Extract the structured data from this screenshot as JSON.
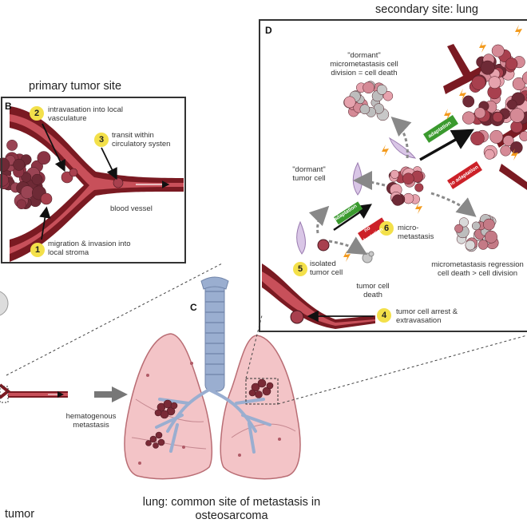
{
  "colors": {
    "vessel_dark": "#7a1a22",
    "vessel_light": "#c8505a",
    "tumor_dark": "#6e2a36",
    "tumor_pink": "#d58a96",
    "number_badge": "#f3e04a",
    "adaptation_green": "#3a9a2e",
    "no_adaptation_red": "#cc2128",
    "lung_pink": "#f3c4c7",
    "trachea_blue": "#9aaed0",
    "dead_cell_grey": "#c8c8c8"
  },
  "titles": {
    "secondary_site": "secondary site: lung",
    "primary_site": "primary tumor site",
    "lung_caption": "lung: common site of metastasis in osteosarcoma",
    "tumor_partial": "tumor"
  },
  "panels": {
    "b": "B",
    "c": "C",
    "d": "D"
  },
  "steps": [
    {
      "num": "1",
      "text": "migration & invasion into local stroma"
    },
    {
      "num": "2",
      "text": "intravasation into local vasculature"
    },
    {
      "num": "3",
      "text": "transit within circulatory systen"
    },
    {
      "num": "4",
      "text": "tumor cell arrest & extravasation"
    },
    {
      "num": "5",
      "text": "isolated tumor cell"
    },
    {
      "num": "6",
      "text": "micro-metastasis"
    }
  ],
  "labels": {
    "blood_vessel": "blood vessel",
    "hematogenous": "hematogenous metastasis",
    "dormant_micro": "\"dormant\" micrometastasis cell division = cell death",
    "dormant_tumor": "\"dormant\" tumor cell",
    "tumor_cell_death": "tumor cell death",
    "regression": "micrometastasis regression cell death > cell division",
    "adaptation": "adaptation",
    "no_adaptation": "no adaptation"
  }
}
